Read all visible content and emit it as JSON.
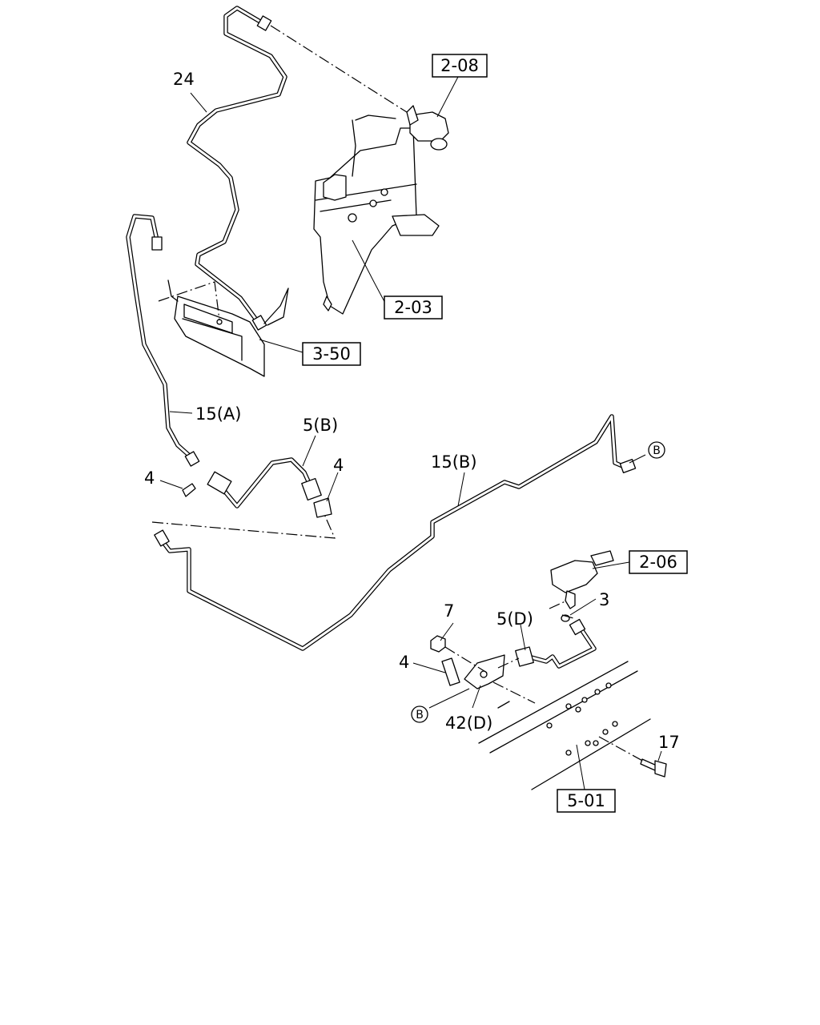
{
  "ref_boxes": {
    "r208": "2-08",
    "r203": "2-03",
    "r350": "3-50",
    "r206": "2-06",
    "r501": "5-01"
  },
  "labels": {
    "p24": "24",
    "p15a": "15(A)",
    "p5b": "5(B)",
    "p4a": "4",
    "p4b": "4",
    "p15b": "15(B)",
    "p3": "3",
    "p5d": "5(D)",
    "p7": "7",
    "p4c": "4",
    "p42d": "42(D)",
    "p17": "17"
  },
  "connectors": {
    "b1": "B",
    "b2": "B"
  }
}
